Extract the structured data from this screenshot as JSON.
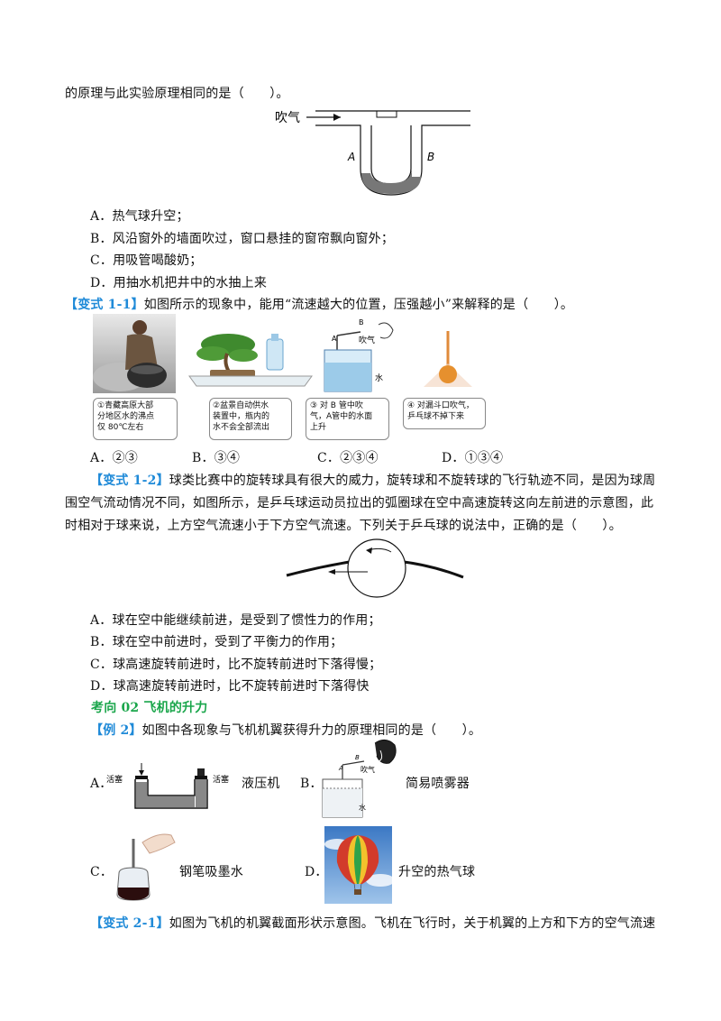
{
  "intro_line": "的原理与此实验原理相同的是（　　）。",
  "fig1": {
    "blow": "吹气",
    "a": "A",
    "b": "B"
  },
  "q1_options": [
    "A．热气球升空；",
    "B．风沿窗外的墙面吹过，窗口悬挂的窗帘飘向窗外；",
    "C．用吸管喝酸奶；",
    "D．用抽水机把井中的水抽上来"
  ],
  "v11": {
    "tag": "【变式 1-1】",
    "text": "如图所示的现象中，能用“流速越大的位置，压强越小”来解释的是（　　）。",
    "captions": [
      [
        "①青藏高原大部",
        "分地区水的沸点",
        "仅 80℃左右"
      ],
      [
        "②盆景自动供水",
        "装置中，瓶内的",
        "水不会全部流出"
      ],
      [
        "③ 对 B 管中吹",
        "气，A管中的水面",
        "上升"
      ],
      [
        "④ 对漏斗口吹气，",
        "乒乓球不掉下来"
      ]
    ],
    "fig_labels": {
      "b": "B",
      "a": "A",
      "blow": "吹气",
      "water": "水"
    },
    "options": [
      "A．②③",
      "B．③④",
      "C．②③④",
      "D．①③④"
    ]
  },
  "v12": {
    "tag": "【变式 1-2】",
    "lines": [
      "球类比赛中的旋转球具有很大的威力，旋转球和不旋转球的飞行轨迹不同，是因为球周",
      "围空气流动情况不同，如图所示，是乒乓球运动员拉出的弧圈球在空中高速旋转这向左前进的示意图，此",
      "时相对于球来说，上方空气流速小于下方空气流速。下列关于乒乓球的说法中，正确的是（　　）。"
    ],
    "options": [
      "A．球在空中能继续前进，是受到了惯性力的作用；",
      "B．球在空中前进时，受到了平衡力的作用；",
      "C．球高速旋转前进时，比不旋转前进时下落得慢；",
      "D．球高速旋转前进时，比不旋转前进时下落得快"
    ]
  },
  "section": "考向 02  飞机的升力",
  "ex2": {
    "tag": "【例 2】",
    "text": "如图中各现象与飞机机翼获得升力的原理相同的是（　　）。",
    "a_label": "A．",
    "a_left": "活塞",
    "a_right": "活塞",
    "a_name": "液压机",
    "b_label": "B．",
    "b_fig": {
      "b": "B",
      "a": "A",
      "blow": "吹气",
      "water": "水"
    },
    "b_name": "简易喷雾器",
    "c_label": "C．",
    "c_name": "钢笔吸墨水",
    "d_label": "D．",
    "d_name": "升空的热气球"
  },
  "v21": {
    "tag": "【变式 2-1】",
    "text": "如图为飞机的机翼截面形状示意图。飞机在飞行时，关于机翼的上方和下方的空气流速"
  }
}
